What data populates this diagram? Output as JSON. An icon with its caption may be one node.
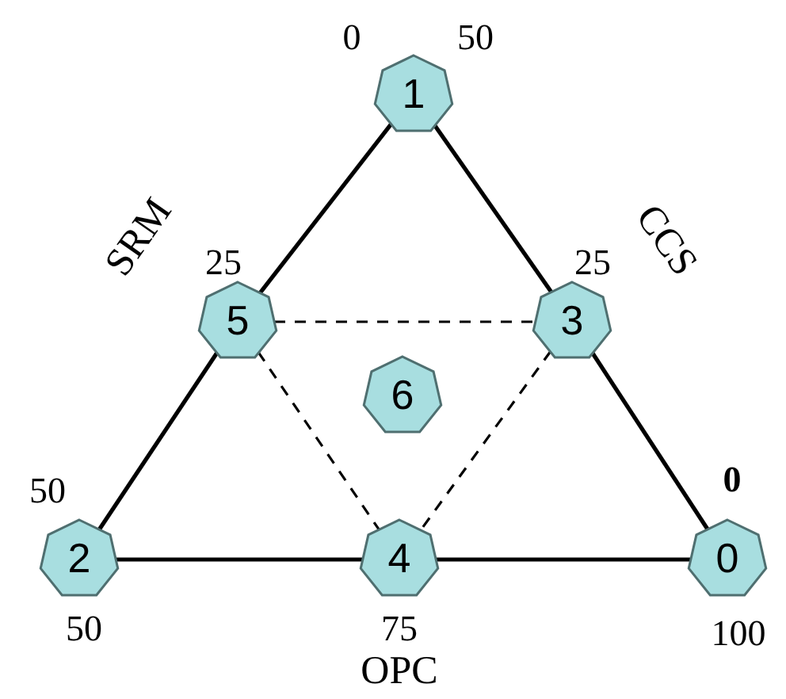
{
  "diagram": {
    "nodes": [
      {
        "text": [
          "1"
        ],
        "beside": [
          "0",
          "50"
        ]
      },
      {
        "text": [
          "5"
        ],
        "beside": [
          "25"
        ]
      },
      {
        "text": [
          "3"
        ],
        "beside": [
          "25"
        ]
      },
      {
        "text": [
          "6"
        ]
      },
      {
        "text": [
          "2"
        ],
        "beside": [
          "50",
          "50"
        ]
      },
      {
        "text": [
          "4"
        ],
        "beside": [
          "75"
        ]
      },
      {
        "text": [
          "0"
        ],
        "beside": [
          "0",
          "100"
        ]
      }
    ],
    "edges": [
      {
        "from": 0,
        "to": 1,
        "arrow": "none"
      },
      {
        "from": 1,
        "to": 4,
        "arrow": "none"
      },
      {
        "from": 0,
        "to": 2,
        "arrow": "none"
      },
      {
        "from": 2,
        "to": 6,
        "arrow": "none"
      },
      {
        "from": 4,
        "to": 5,
        "arrow": "none"
      },
      {
        "from": 5,
        "to": 6,
        "arrow": "none"
      },
      {
        "from": 1,
        "to": 2,
        "arrow": "none",
        "style": "dashed"
      },
      {
        "from": 1,
        "to": 5,
        "arrow": "none",
        "style": "dashed"
      },
      {
        "from": 2,
        "to": 5,
        "arrow": "none",
        "style": "dashed"
      }
    ],
    "labels": [
      "SRM",
      "CCS",
      "OPC"
    ]
  }
}
